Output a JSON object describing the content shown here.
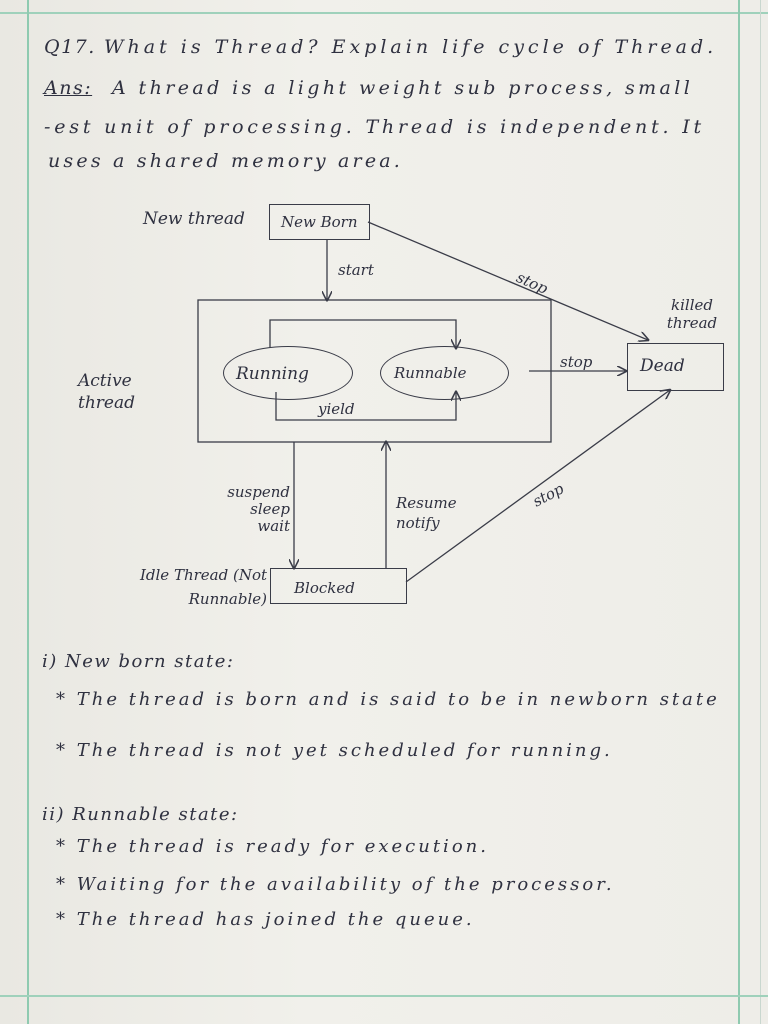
{
  "question": {
    "number": "Q17.",
    "line1": "What is Thread? Explain life cycle of Thread.",
    "answer_label": "Ans:",
    "line2": "A thread is a light weight sub process, small",
    "line3": "-est unit of processing. Thread is independent. It",
    "line4": "uses a shared memory area."
  },
  "diagram": {
    "new_thread_label": "New thread",
    "new_born_box": "New Born",
    "start_label": "start",
    "stop_top_label": "stop",
    "killed_thread_label": "killed thread",
    "active_thread_label": "Active thread",
    "running_oval": "Running",
    "runnable_oval": "Runnable",
    "yield_label": "yield",
    "stop_mid_label": "stop",
    "dead_box": "Dead",
    "suspend_label": "suspend sleep wait",
    "resume_label": "Resume notify",
    "stop_bottom_label": "stop",
    "idle_thread_label": "Idle Thread (Not Runnable)",
    "blocked_box": "Blocked"
  },
  "sections": [
    {
      "heading": "i) New born state:",
      "bullets": [
        "* The thread is born and is said to be in newborn state",
        "* The thread is not yet scheduled for running."
      ]
    },
    {
      "heading": "ii) Runnable state:",
      "bullets": [
        "* The thread is ready for execution.",
        "* Waiting for the availability of the processor.",
        "* The thread has joined the queue."
      ]
    }
  ]
}
